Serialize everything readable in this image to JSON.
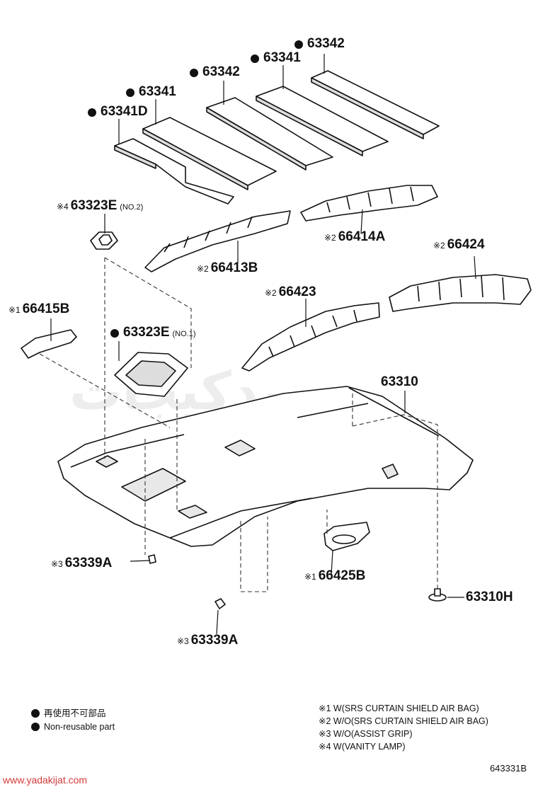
{
  "diagram": {
    "parts": [
      {
        "id": "p1",
        "dot": true,
        "mark": "",
        "number": "63342",
        "sub": ""
      },
      {
        "id": "p2",
        "dot": true,
        "mark": "",
        "number": "63341",
        "sub": ""
      },
      {
        "id": "p3",
        "dot": true,
        "mark": "",
        "number": "63342",
        "sub": ""
      },
      {
        "id": "p4",
        "dot": true,
        "mark": "",
        "number": "63341",
        "sub": ""
      },
      {
        "id": "p5",
        "dot": true,
        "mark": "",
        "number": "63341D",
        "sub": ""
      },
      {
        "id": "p6",
        "dot": false,
        "mark": "※4",
        "number": "63323E",
        "sub": "(NO.2)"
      },
      {
        "id": "p7",
        "dot": false,
        "mark": "※2",
        "number": "66414A",
        "sub": ""
      },
      {
        "id": "p8",
        "dot": false,
        "mark": "※2",
        "number": "66413B",
        "sub": ""
      },
      {
        "id": "p9",
        "dot": false,
        "mark": "※2",
        "number": "66424",
        "sub": ""
      },
      {
        "id": "p10",
        "dot": false,
        "mark": "※1",
        "number": "66415B",
        "sub": ""
      },
      {
        "id": "p11",
        "dot": false,
        "mark": "※2",
        "number": "66423",
        "sub": ""
      },
      {
        "id": "p12",
        "dot": true,
        "mark": "",
        "number": "63323E",
        "sub": "(NO.1)"
      },
      {
        "id": "p13",
        "dot": false,
        "mark": "",
        "number": "63310",
        "sub": ""
      },
      {
        "id": "p14",
        "dot": false,
        "mark": "※3",
        "number": "63339A",
        "sub": ""
      },
      {
        "id": "p15",
        "dot": false,
        "mark": "※1",
        "number": "66425B",
        "sub": ""
      },
      {
        "id": "p16",
        "dot": false,
        "mark": "",
        "number": "63310H",
        "sub": ""
      },
      {
        "id": "p17",
        "dot": false,
        "mark": "※3",
        "number": "63339A",
        "sub": ""
      }
    ]
  },
  "legend": {
    "reuse_jp": "再使用不可部品",
    "reuse_en": "Non-reusable part"
  },
  "notes": [
    "※1 W(SRS CURTAIN SHIELD AIR BAG)",
    "※2 W/O(SRS CURTAIN SHIELD AIR BAG)",
    "※3 W/O(ASSIST GRIP)",
    "※4 W(VANITY LAMP)"
  ],
  "illustration_code": "643331B",
  "website": "www.yadakijat.com",
  "watermark": "یدکیجات"
}
